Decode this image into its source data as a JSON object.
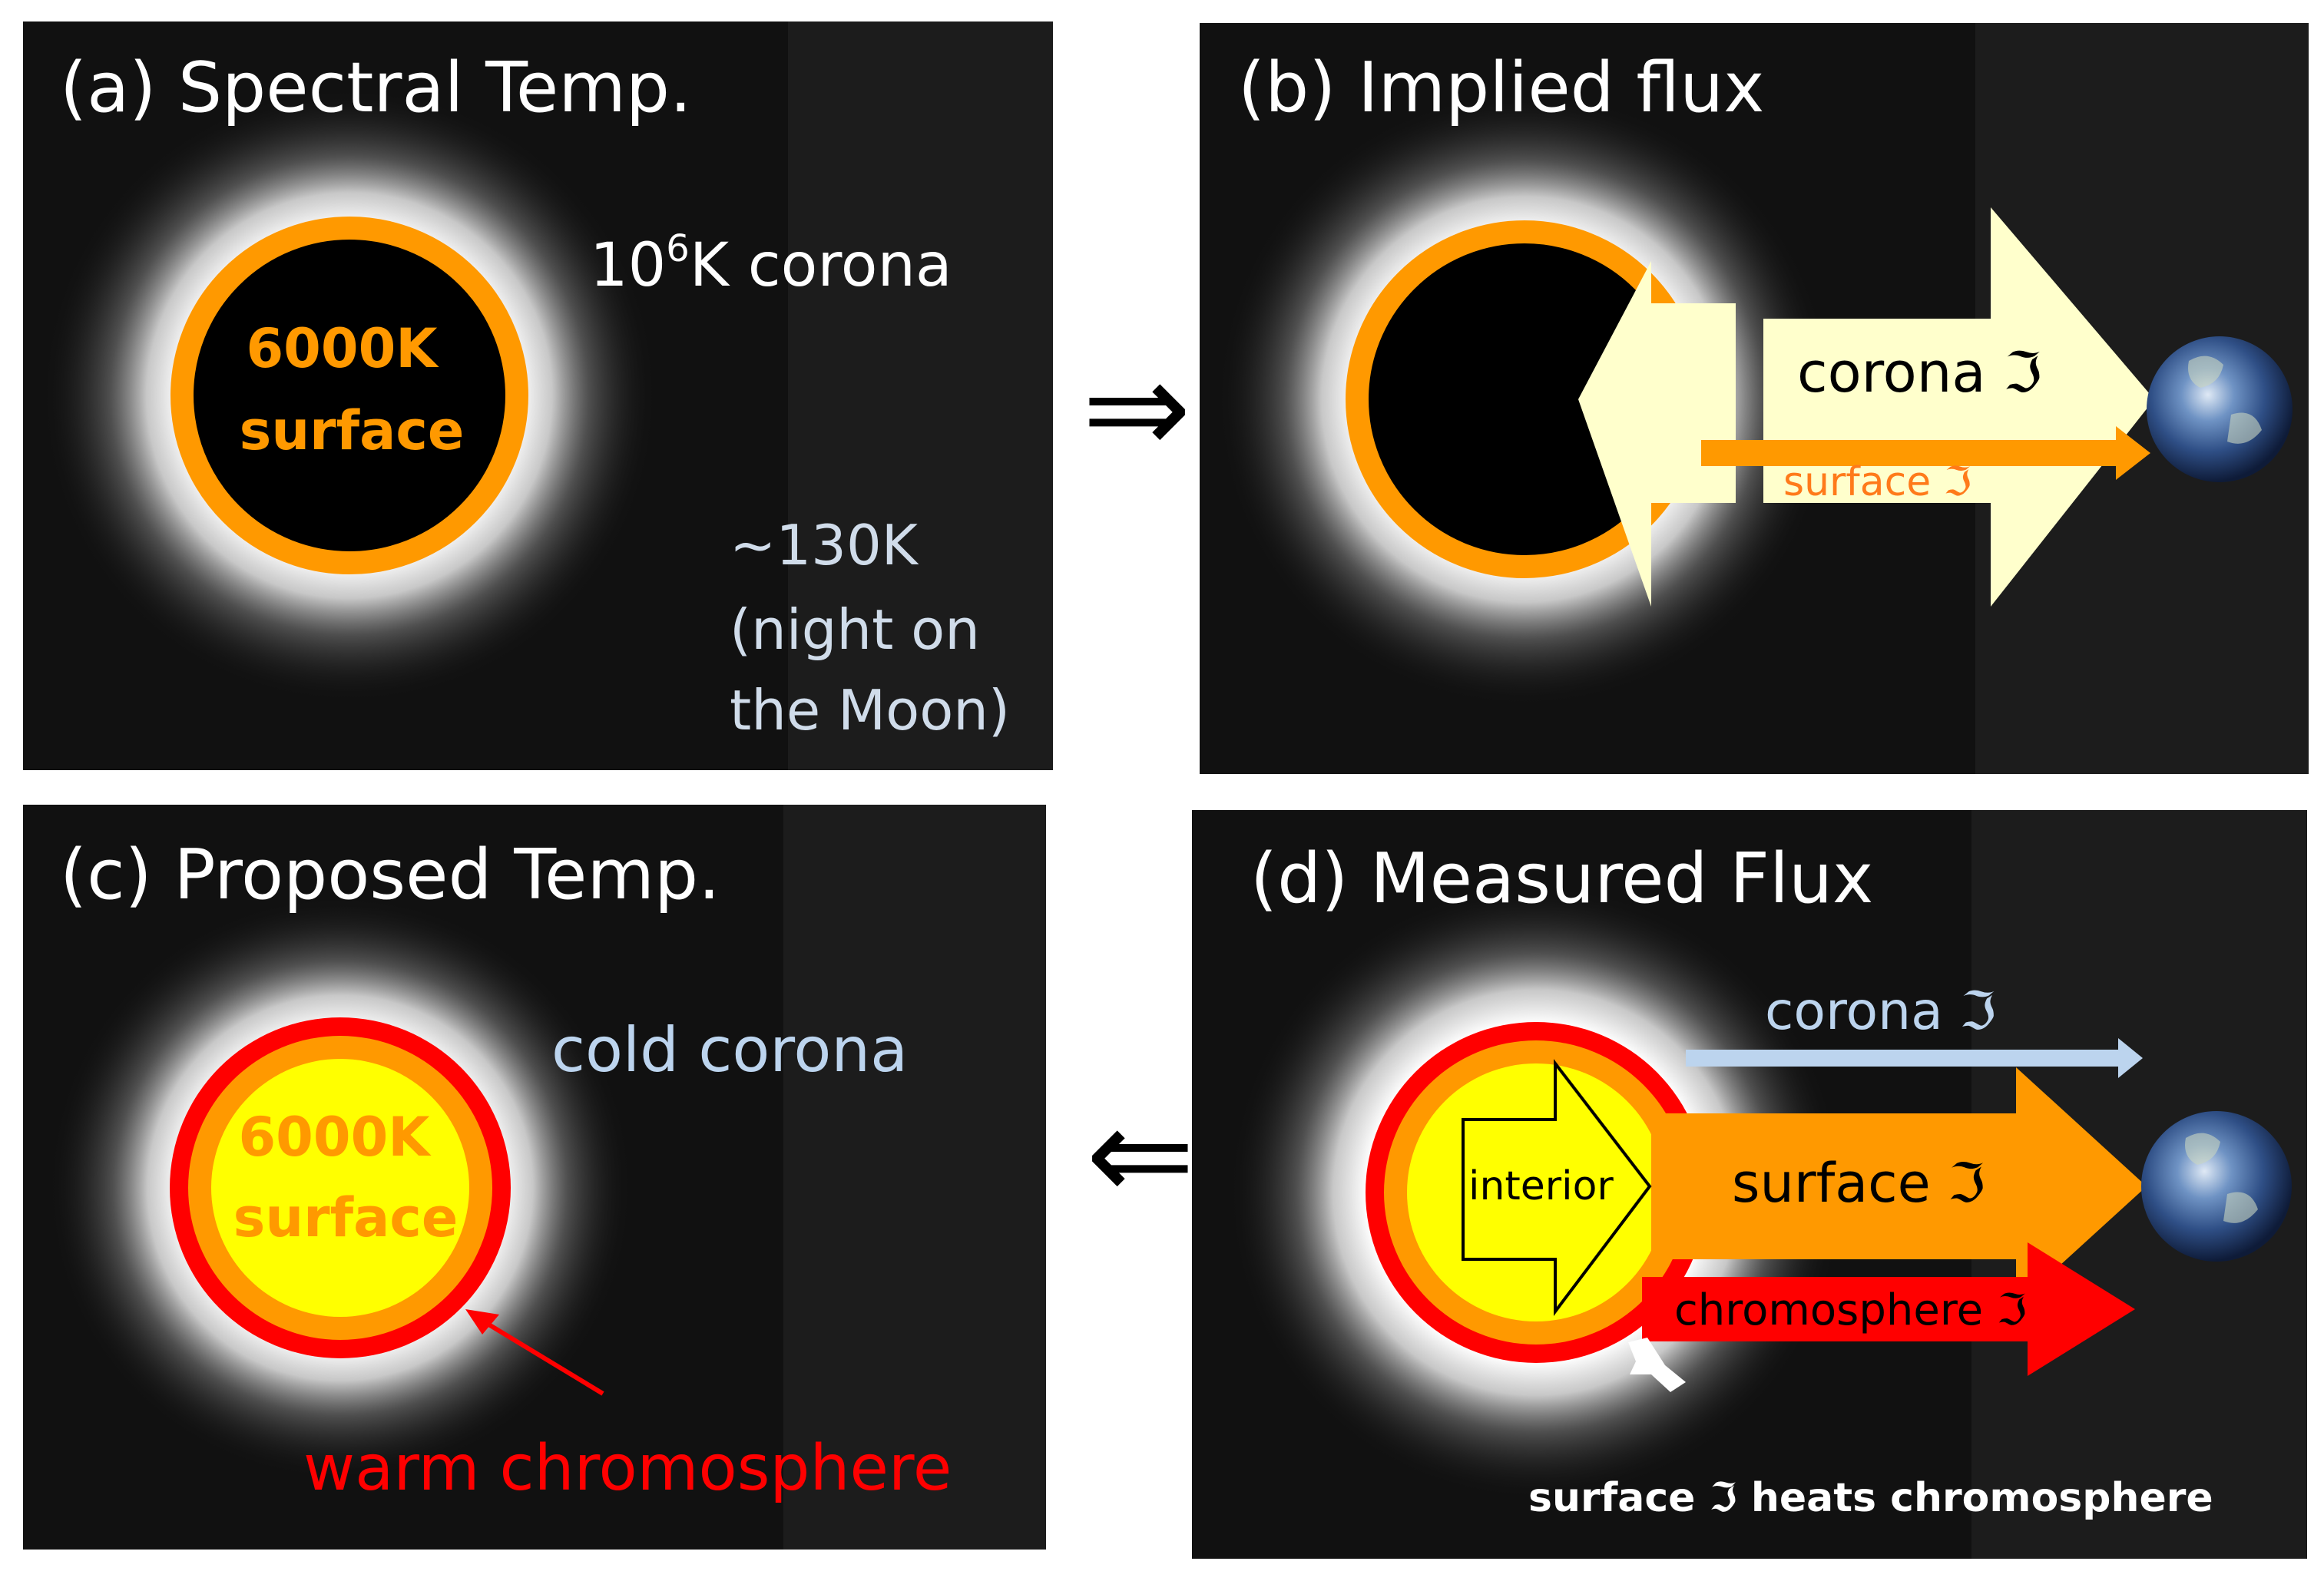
{
  "colors": {
    "panel_bg": "#111111",
    "panel_bg_right": "#1c1c1c",
    "orange": "#ff9900",
    "red": "#ff0000",
    "yellow": "#ffff00",
    "pale_yellow": "#ffffcc",
    "light_blue": "#bcd4ee",
    "label_light": "#d0dcea",
    "white": "#ffffff",
    "black": "#000000"
  },
  "panel_a": {
    "title": "(a) Spectral Temp.",
    "surface_line1": "6000K",
    "surface_line2": "surface",
    "corona_base": "10",
    "corona_sup": "6",
    "corona_rest": "K corona",
    "moon_line1": "~130K",
    "moon_line2": "(night on",
    "moon_line3": "the Moon)"
  },
  "panel_b": {
    "title": "(b) Implied flux",
    "corona_flux": "corona ℑ",
    "surface_flux": "surface ℑ"
  },
  "panel_c": {
    "title": "(c) Proposed Temp.",
    "cold_corona": "cold corona",
    "surface_line1": "6000K",
    "surface_line2": "surface",
    "chromosphere": "warm chromosphere"
  },
  "panel_d": {
    "title": "(d) Measured Flux",
    "corona_flux": "corona ℑ",
    "interior": "interior",
    "surface_flux": "surface ℑ",
    "chromosphere_flux": "chromosphere ℑ",
    "heats_note": "surface ℑ heats chromosphere"
  },
  "arrows": {
    "right": "⇒",
    "left": "⇐"
  }
}
